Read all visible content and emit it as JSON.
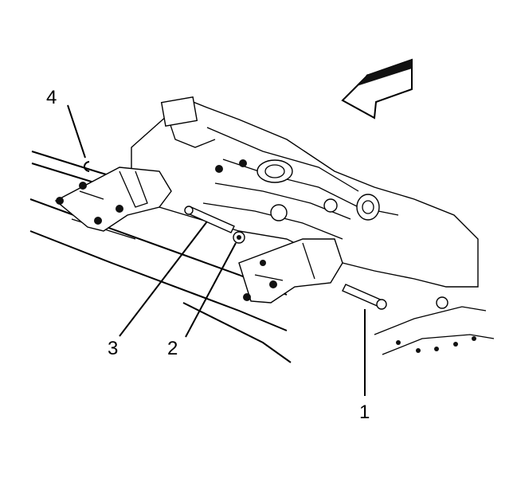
{
  "callouts": [
    {
      "id": "1",
      "label": "1"
    },
    {
      "id": "2",
      "label": "2"
    },
    {
      "id": "3",
      "label": "3"
    },
    {
      "id": "4",
      "label": "4"
    }
  ],
  "icons": {
    "direction_arrow": "front-direction-arrow-icon"
  },
  "colors": {
    "ink": "#000000",
    "background": "#ffffff"
  }
}
